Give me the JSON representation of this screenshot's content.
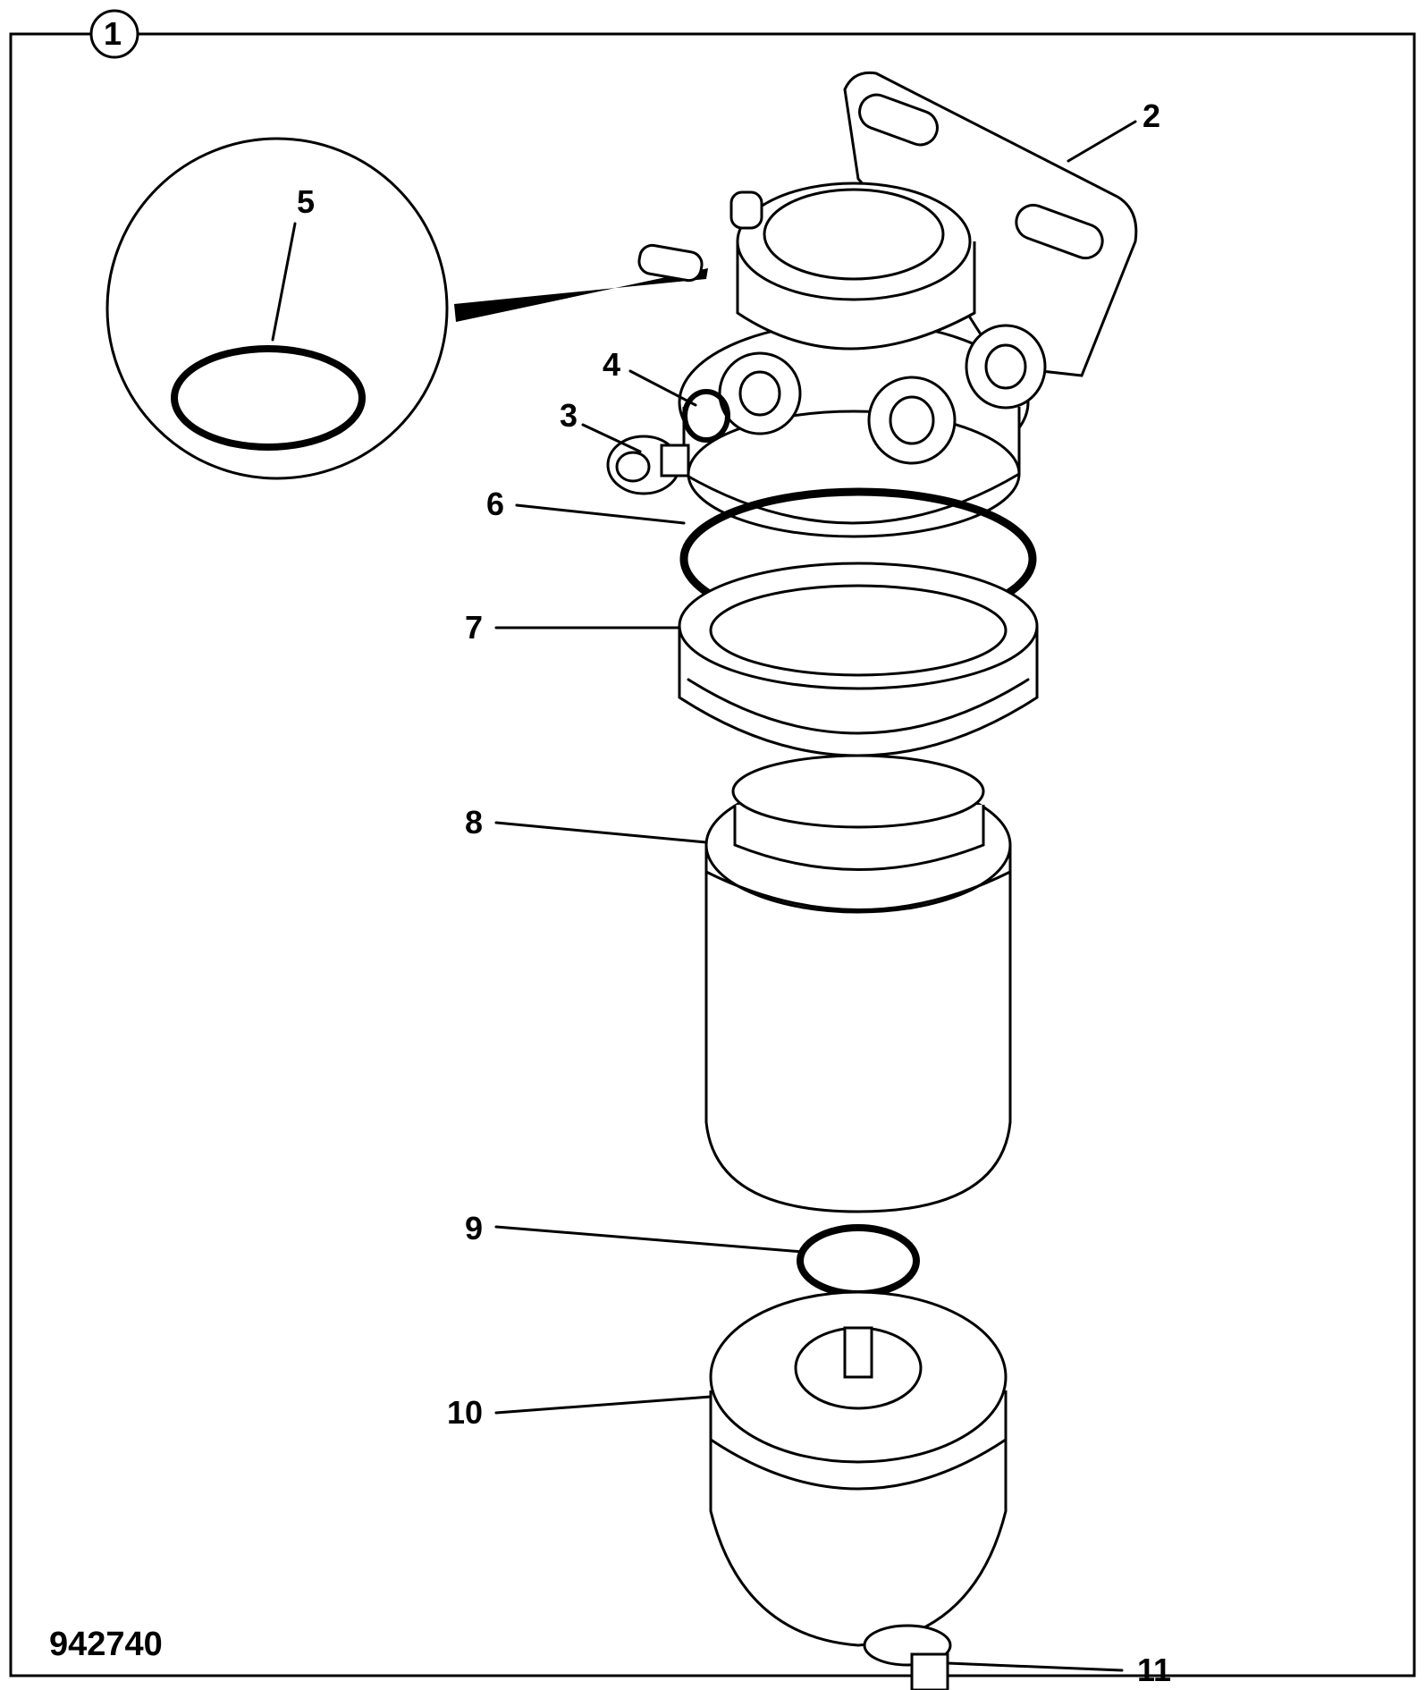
{
  "figure_number": "1",
  "figure_id": "942740",
  "callouts": [
    {
      "id": "2",
      "label": "2"
    },
    {
      "id": "3",
      "label": "3"
    },
    {
      "id": "4",
      "label": "4"
    },
    {
      "id": "5",
      "label": "5"
    },
    {
      "id": "6",
      "label": "6"
    },
    {
      "id": "7",
      "label": "7"
    },
    {
      "id": "8",
      "label": "8"
    },
    {
      "id": "9",
      "label": "9"
    },
    {
      "id": "10",
      "label": "10"
    },
    {
      "id": "11",
      "label": "11"
    }
  ]
}
